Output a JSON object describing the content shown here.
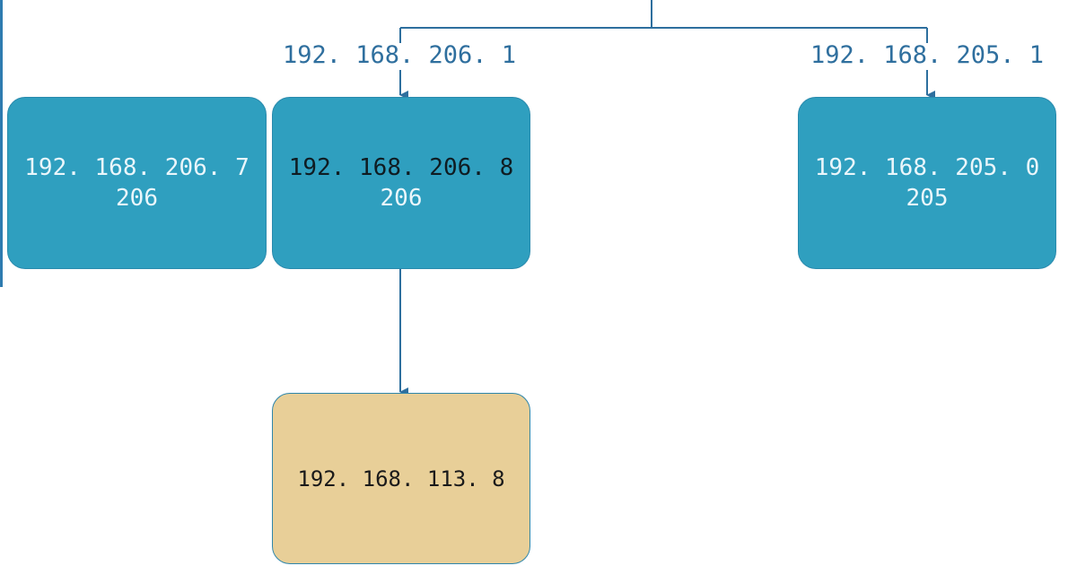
{
  "gateways": {
    "left": "192. 168. 206. 1",
    "right": "192. 168. 205. 1"
  },
  "nodes": {
    "n206_7": {
      "ip": "192. 168. 206. 7",
      "vlan": "206"
    },
    "n206_8": {
      "ip": "192. 168. 206. 8",
      "vlan": "206"
    },
    "n205_0": {
      "ip": "192. 168. 205. 0",
      "vlan": "205"
    },
    "n113_8": {
      "ip": "192. 168. 113. 8"
    }
  },
  "colors": {
    "node_blue": "#2f9fbf",
    "node_tan": "#e8cf98",
    "connector": "#2e6f9e"
  }
}
